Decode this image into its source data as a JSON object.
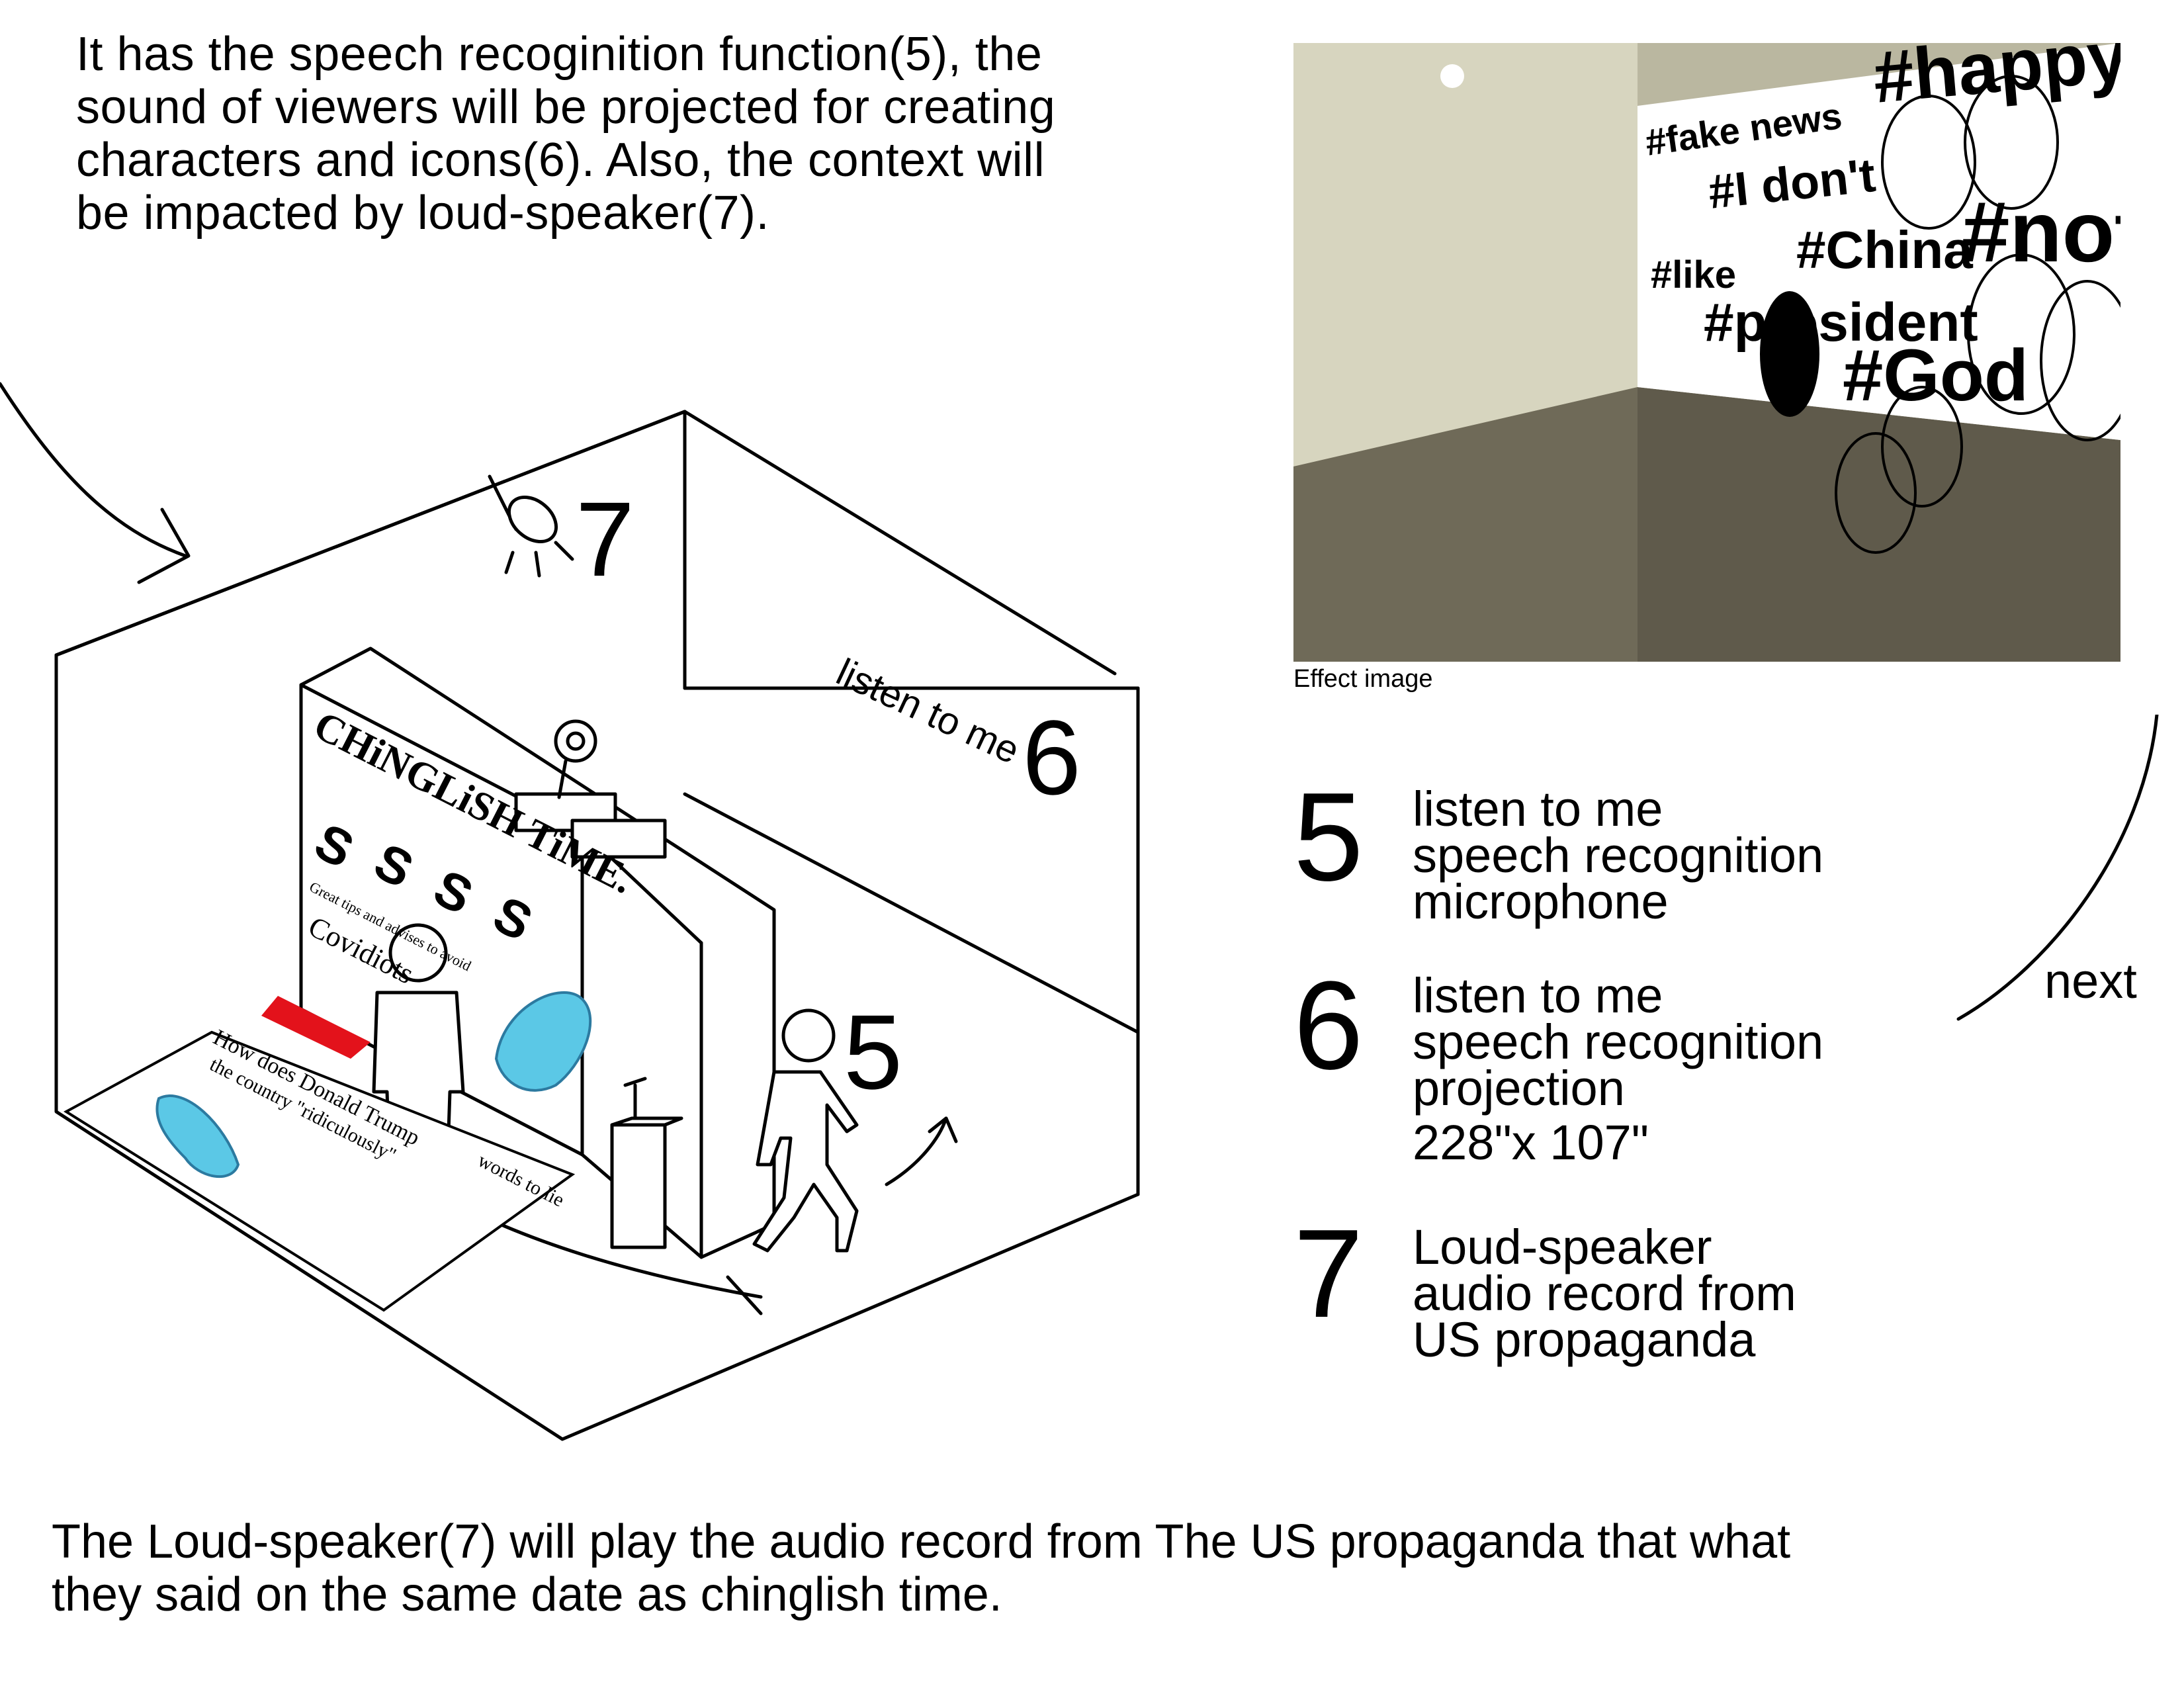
{
  "intro": {
    "lines": [
      "It has the speech recoginition function(5), the",
      "sound of viewers will be projected for creating",
      "characters and icons(6). Also, the context will",
      "be impacted by loud-speaker(7)."
    ]
  },
  "outro": {
    "lines": [
      "The Loud-speaker(7) will play the audio record from The US propaganda that what",
      "they said on the same date as chinglish time."
    ]
  },
  "diagram": {
    "label_5": "5",
    "label_6": "6",
    "label_7": "7",
    "wall_text": "listen to me",
    "newspaper_masthead": "CHiNGLiSH TiME.",
    "newspaper_sub": "Great tips and advises to avoid",
    "newspaper_sub2": "Covidiots",
    "newspaper_headline": "How does Donald Trump",
    "newspaper_headline2": "the country \"ridiculously\"",
    "newspaper_words": "words to lie"
  },
  "photo": {
    "caption": "Effect image",
    "tags": [
      "#fake news",
      "#I don't",
      "#China",
      "#not",
      "#like",
      "#president",
      "#God",
      "#happy"
    ]
  },
  "legend": [
    {
      "number": "5",
      "lines": [
        "listen to me",
        "speech recognition",
        "microphone"
      ]
    },
    {
      "number": "6",
      "lines": [
        "listen to me",
        "speech recognition",
        "projection",
        "228\"x 107\""
      ]
    },
    {
      "number": "7",
      "lines": [
        "Loud-speaker",
        "audio record from",
        "US propaganda"
      ]
    }
  ],
  "nav": {
    "next_label": "next"
  },
  "colors": {
    "glove": "#5bc8e6",
    "red_mat": "#e3121b",
    "photo_floor": "#6f6a58",
    "photo_wall": "#c9c7ae"
  }
}
